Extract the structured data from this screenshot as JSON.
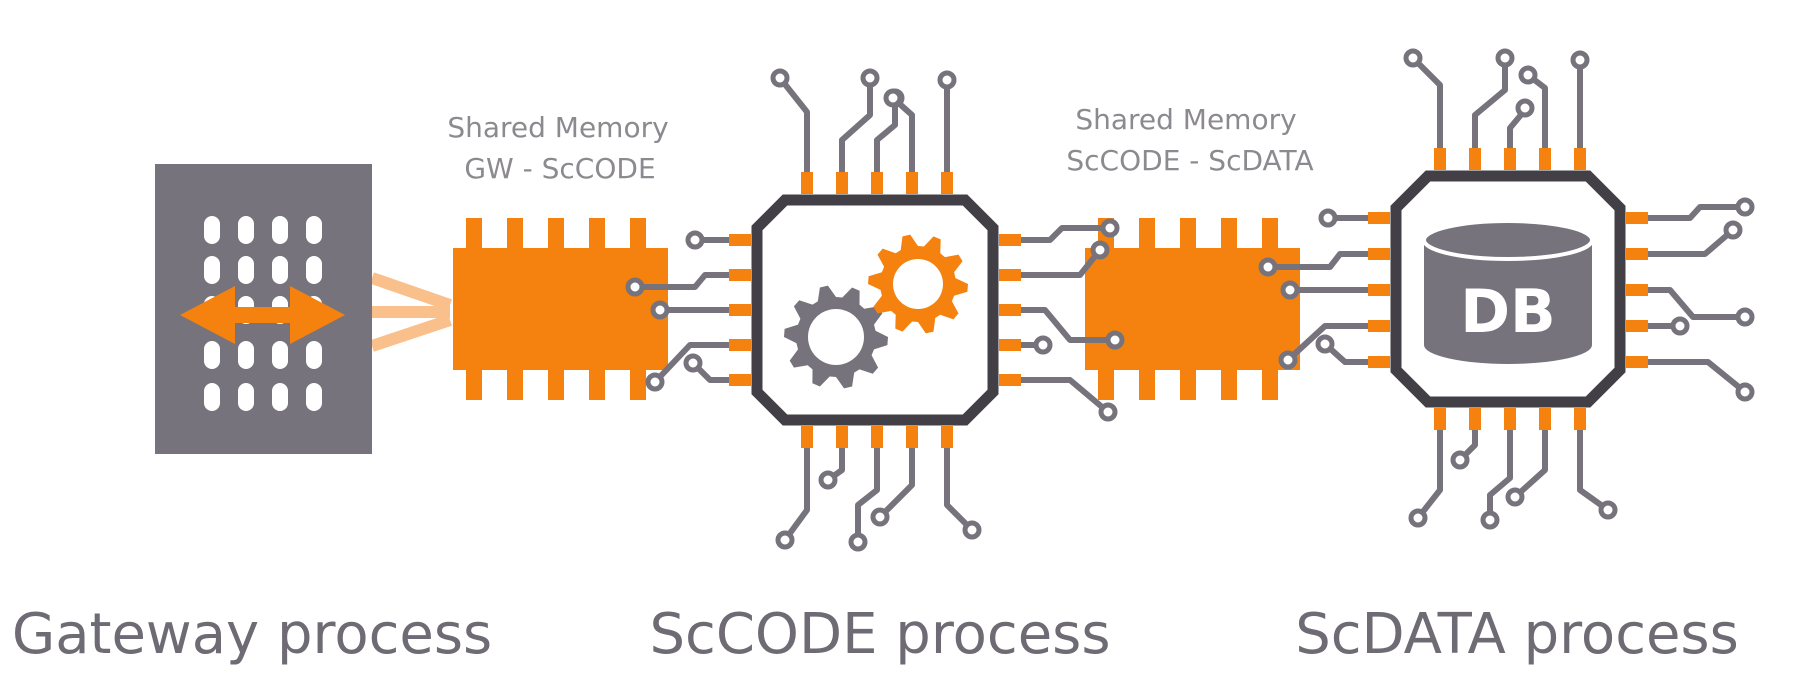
{
  "labels": {
    "shared_memory_1_line1": "Shared Memory",
    "shared_memory_1_line2": "GW - ScCODE",
    "shared_memory_2_line1": "Shared Memory",
    "shared_memory_2_line2": "ScCODE - ScDATA",
    "db": "DB",
    "gateway_process": "Gateway process",
    "sccode_process": "ScCODE process",
    "scdata_process": "ScDATA process"
  },
  "colors": {
    "orange": "#f5820f",
    "light_orange": "#f9c08c",
    "gray": "#77737c",
    "dark": "#423f46",
    "white": "#ffffff"
  },
  "icons": [
    "gateway-grid-icon",
    "double-arrow-icon",
    "gear-icon",
    "database-icon"
  ]
}
